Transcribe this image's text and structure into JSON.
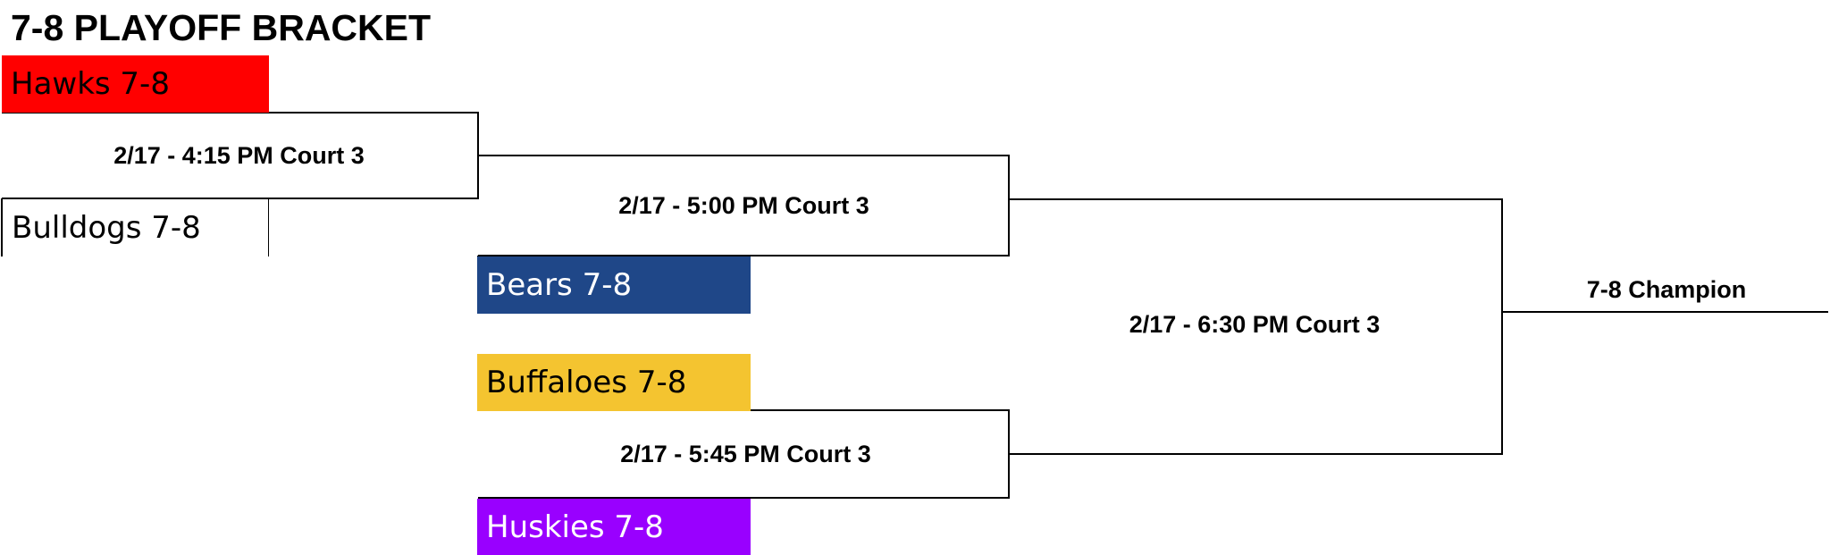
{
  "title": "7-8 PLAYOFF BRACKET",
  "teams": {
    "hawks": {
      "label": "Hawks 7-8",
      "color": "#ff0000",
      "text_color": "#000000"
    },
    "bulldogs": {
      "label": "Bulldogs 7-8",
      "color": "#ffffff",
      "text_color": "#000000"
    },
    "bears": {
      "label": "Bears 7-8",
      "color": "#1f4788",
      "text_color": "#ffffff"
    },
    "buffaloes": {
      "label": "Buffaloes 7-8",
      "color": "#f4c430",
      "text_color": "#000000"
    },
    "huskies": {
      "label": "Huskies 7-8",
      "color": "#9900ff",
      "text_color": "#ffffff"
    }
  },
  "games": {
    "game1": "2/17 - 4:15 PM Court 3",
    "game2": "2/17 - 5:00 PM Court 3",
    "game3": "2/17 - 5:45 PM Court 3",
    "final": "2/17 - 6:30 PM Court 3"
  },
  "champion": "7-8 Champion",
  "line_color": "#000000"
}
